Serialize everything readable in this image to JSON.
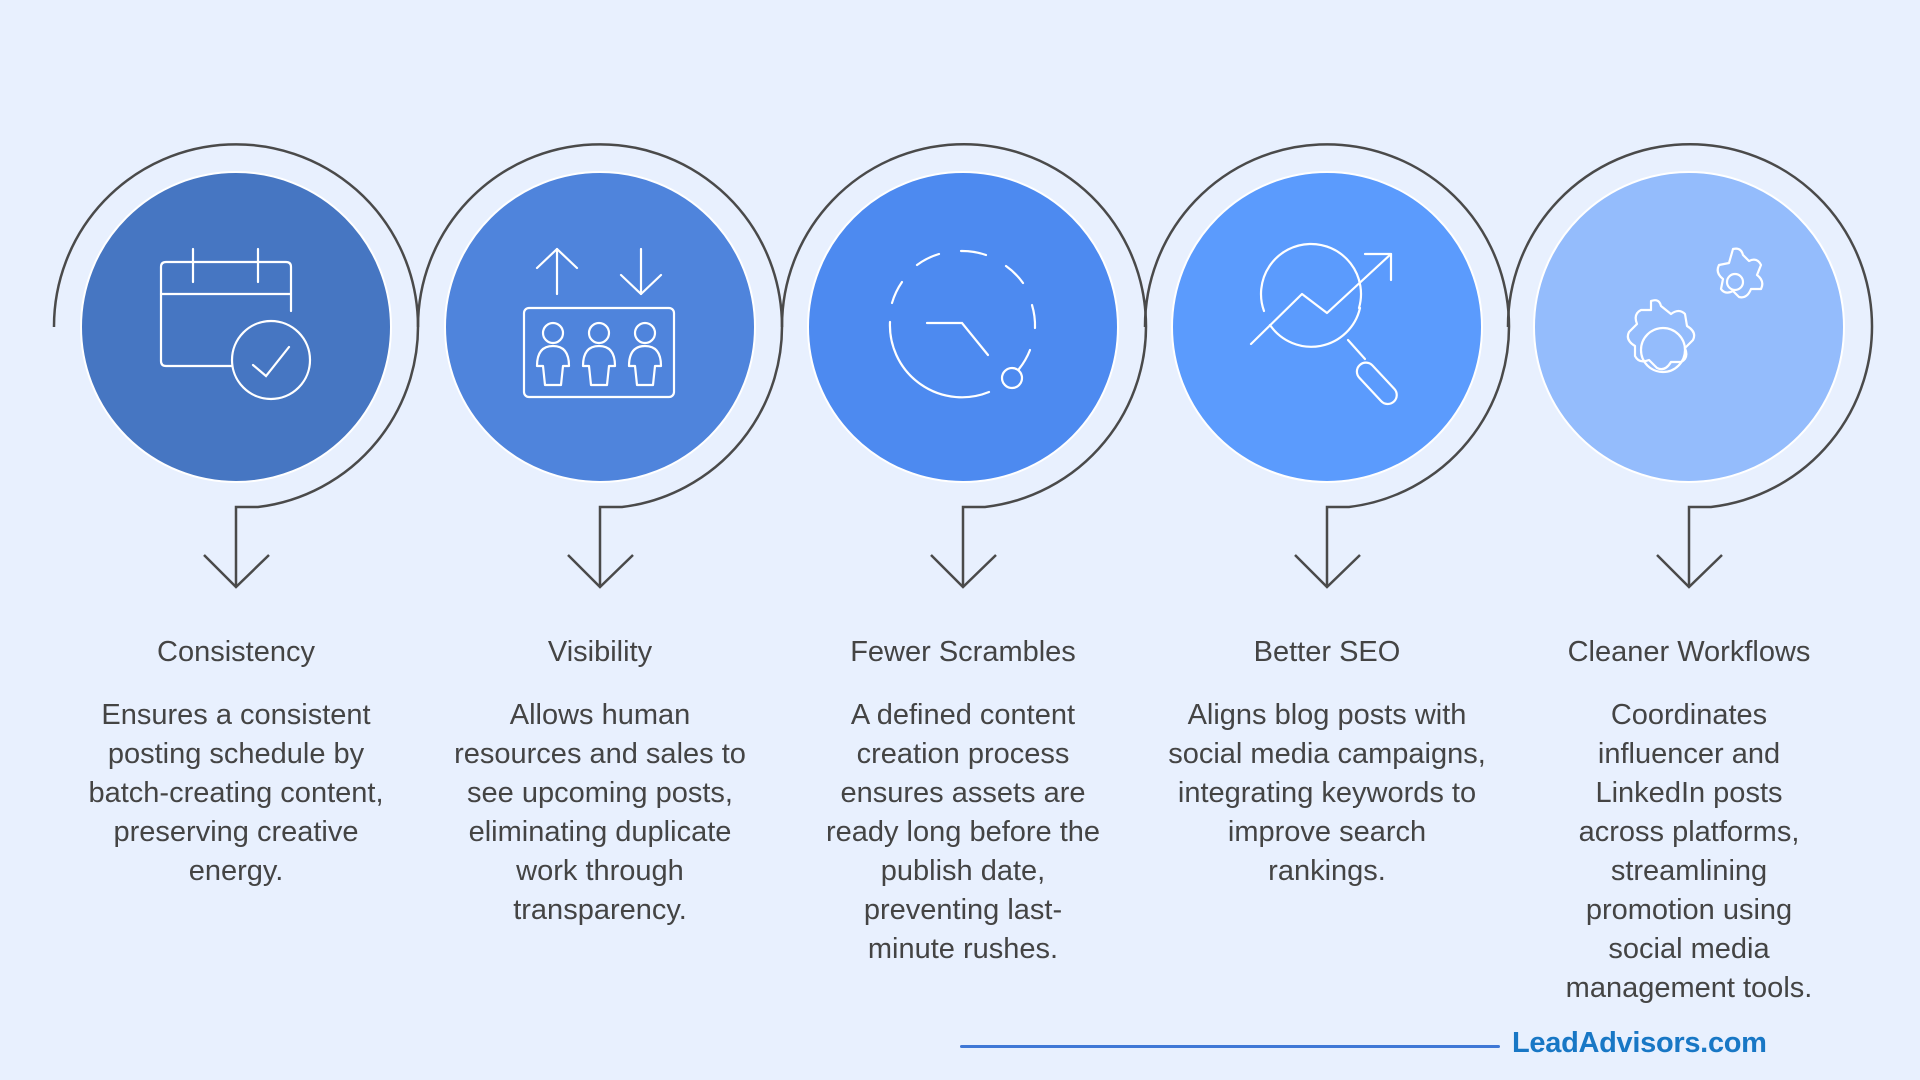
{
  "colors": {
    "background": "#E8F0FE",
    "connector": "#4A4A4A",
    "text": "#444444",
    "brand": "#1877C5",
    "footer_line": "#3F78D6"
  },
  "steps": [
    {
      "title": "Consistency",
      "description": "Ensures a consistent posting schedule by batch-creating content, preserving creative energy.",
      "lines": [
        "Ensures a consistent",
        "posting schedule by",
        "batch-creating",
        "content, preserving",
        "creative energy."
      ],
      "icon": "calendar-check-icon",
      "color": "#4676C2"
    },
    {
      "title": "Visibility",
      "description": "Allows human resources and sales to see upcoming posts, eliminating duplicate work through transparency.",
      "lines": [
        "Allows human",
        "resources and sales",
        "to see upcoming",
        "posts, eliminating",
        "duplicate work",
        "through",
        "transparency."
      ],
      "icon": "team-up-down-icon",
      "color": "#4F84DC"
    },
    {
      "title": "Fewer Scrambles",
      "description": "A defined content creation process ensures assets are ready long before the publish date, preventing last-minute rushes.",
      "lines": [
        "A defined content",
        "creation process",
        "ensures assets are",
        "ready long before",
        "the publish date,",
        "preventing last-",
        "minute rushes."
      ],
      "icon": "dashed-clock-icon",
      "color": "#4D8AF0"
    },
    {
      "title": "Better SEO",
      "description": "Aligns blog posts with social media campaigns, integrating keywords to improve search rankings.",
      "lines": [
        "Aligns blog posts",
        "with social media",
        "campaigns,",
        "integrating keywords",
        "to improve search",
        "rankings."
      ],
      "icon": "search-trend-icon",
      "color": "#5B9BFD"
    },
    {
      "title": "Cleaner Workflows",
      "description": "Coordinates influencer and LinkedIn posts across platforms, streamlining promotion using social media management tools.",
      "lines": [
        "Coordinates",
        "influencer and",
        "LinkedIn posts",
        "across platforms,",
        "streamlining",
        "promotion using",
        "social media",
        "management tools."
      ],
      "icon": "gears-icon",
      "color": "#94BCFC"
    }
  ],
  "footer": {
    "brand": "LeadAdvisors.com"
  }
}
